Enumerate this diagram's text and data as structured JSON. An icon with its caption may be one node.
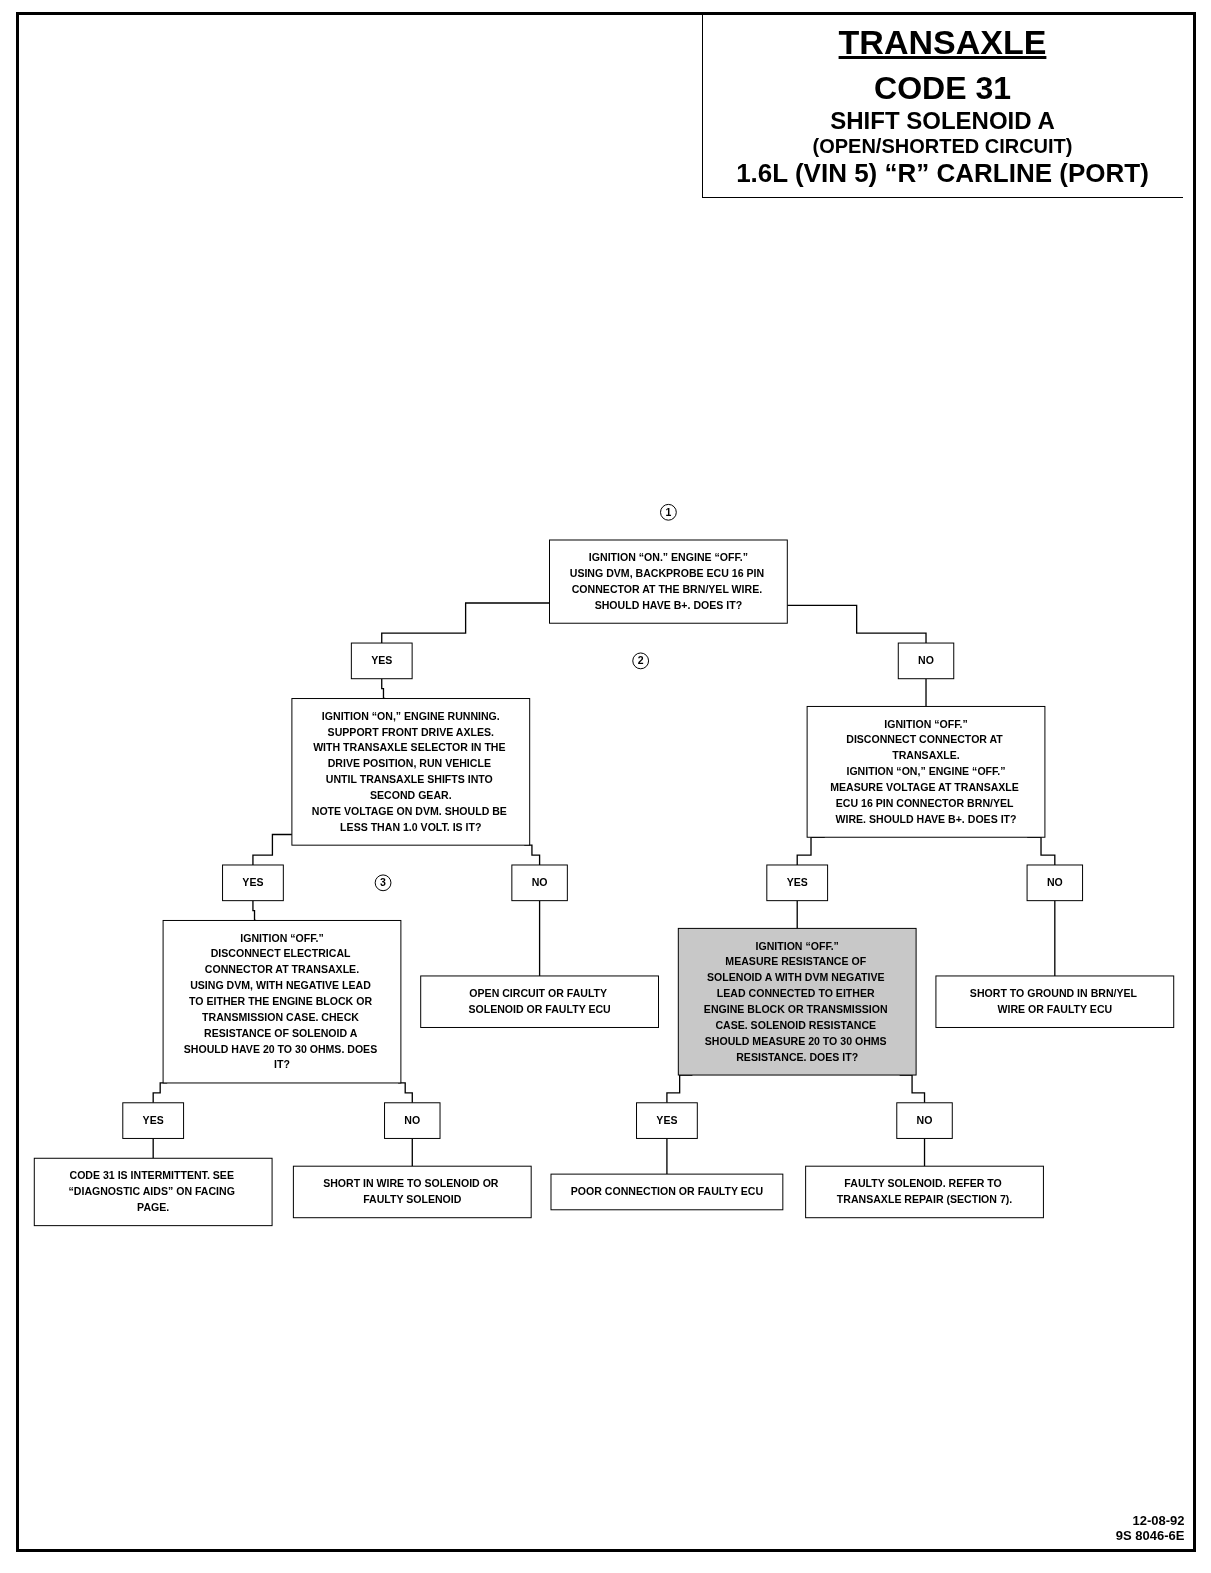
{
  "diagram": {
    "title": "TRANSAXLE",
    "nodes": [
      {
        "text": [
          "1"
        ]
      },
      {
        "text": [
          "IGNITION “ON.” ENGINE “OFF.”",
          "USING DVM, BACKPROBE ECU 16 PIN CONNECTOR AT THE BRN/YEL WIRE. SHOULD HAVE B+. DOES IT?"
        ]
      },
      {
        "text": [
          "YES"
        ]
      },
      {
        "text": [
          "NO"
        ]
      },
      {
        "text": [
          "2"
        ]
      },
      {
        "text": [
          "IGNITION “ON,” ENGINE RUNNING.",
          "SUPPORT FRONT DRIVE AXLES.",
          "WITH TRANSAXLE SELECTOR IN THE DRIVE POSITION, RUN VEHICLE UNTIL TRANSAXLE SHIFTS INTO SECOND GEAR.",
          "NOTE VOLTAGE ON DVM. SHOULD BE LESS THAN 1.0 VOLT. IS IT?"
        ]
      },
      {
        "text": [
          "IGNITION “OFF.”",
          "DISCONNECT CONNECTOR AT TRANSAXLE.",
          "IGNITION “ON,” ENGINE “OFF.”",
          "MEASURE VOLTAGE AT TRANSAXLE ECU 16 PIN CONNECTOR BRN/YEL WIRE. SHOULD HAVE B+. DOES IT?"
        ]
      },
      {
        "text": [
          "YES"
        ]
      },
      {
        "text": [
          "NO"
        ]
      },
      {
        "text": [
          "YES"
        ]
      },
      {
        "text": [
          "NO"
        ]
      },
      {
        "text": [
          "3"
        ]
      },
      {
        "text": [
          "IGNITION “OFF.”",
          "DISCONNECT ELECTRICAL CONNECTOR AT TRANSAXLE.",
          "USING DVM, WITH NEGATIVE LEAD TO EITHER THE ENGINE BLOCK OR TRANSMISSION CASE. CHECK RESISTANCE OF SOLENOID A SHOULD HAVE 20 TO 30 OHMS. DOES IT?"
        ]
      },
      {
        "text": [
          "OPEN CIRCUIT OR FAULTY SOLENOID OR FAULTY ECU"
        ]
      },
      {
        "text": [
          "IGNITION “OFF.”",
          "MEASURE RESISTANCE OF SOLENOID A WITH DVM NEGATIVE LEAD CONNECTED TO EITHER ENGINE BLOCK OR TRANSMISSION CASE. SOLENOID RESISTANCE SHOULD MEASURE 20 TO 30 OHMS RESISTANCE. DOES IT?"
        ]
      },
      {
        "text": [
          "SHORT TO GROUND IN BRN/YEL WIRE OR FAULTY ECU"
        ]
      },
      {
        "text": [
          "YES"
        ]
      },
      {
        "text": [
          "NO"
        ]
      },
      {
        "text": [
          "YES"
        ]
      },
      {
        "text": [
          "NO"
        ]
      },
      {
        "text": [
          "CODE 31 IS INTERMITTENT. SEE “DIAGNOSTIC AIDS” ON FACING PAGE."
        ]
      },
      {
        "text": [
          "SHORT IN WIRE TO SOLENOID OR FAULTY SOLENOID"
        ]
      },
      {
        "text": [
          "POOR CONNECTION OR FAULTY ECU"
        ]
      },
      {
        "text": [
          "FAULTY SOLENOID. REFER TO TRANSAXLE REPAIR (SECTION 7)."
        ]
      }
    ],
    "edges": [
      {
        "from": 1,
        "to": 2,
        "arrow": "none"
      },
      {
        "from": 2,
        "to": 5,
        "arrow": "none"
      },
      {
        "from": 1,
        "to": 3,
        "arrow": "none"
      },
      {
        "from": 3,
        "to": 6,
        "arrow": "none"
      },
      {
        "from": 5,
        "to": 7,
        "arrow": "none"
      },
      {
        "from": 7,
        "to": 12,
        "arrow": "none"
      },
      {
        "from": 5,
        "to": 8,
        "arrow": "none"
      },
      {
        "from": 8,
        "to": 13,
        "arrow": "none"
      },
      {
        "from": 6,
        "to": 9,
        "arrow": "none"
      },
      {
        "from": 9,
        "to": 14,
        "arrow": "none"
      },
      {
        "from": 6,
        "to": 10,
        "arrow": "none"
      },
      {
        "from": 10,
        "to": 15,
        "arrow": "none"
      },
      {
        "from": 12,
        "to": 16,
        "arrow": "none"
      },
      {
        "from": 16,
        "to": 20,
        "arrow": "none"
      },
      {
        "from": 12,
        "to": 17,
        "arrow": "none"
      },
      {
        "from": 17,
        "to": 21,
        "arrow": "none"
      },
      {
        "from": 14,
        "to": 18,
        "arrow": "none"
      },
      {
        "from": 18,
        "to": 22,
        "arrow": "none"
      },
      {
        "from": 14,
        "to": 19,
        "arrow": "none"
      },
      {
        "from": 19,
        "to": 23,
        "arrow": "none"
      }
    ],
    "labels": [
      "CODE 31",
      "SHIFT SOLENOID A",
      "(OPEN/SHORTED CIRCUIT)",
      "1.6L (VIN 5) “R” CARLINE (PORT)",
      "12-08-92",
      "9S 8046-6E"
    ]
  }
}
